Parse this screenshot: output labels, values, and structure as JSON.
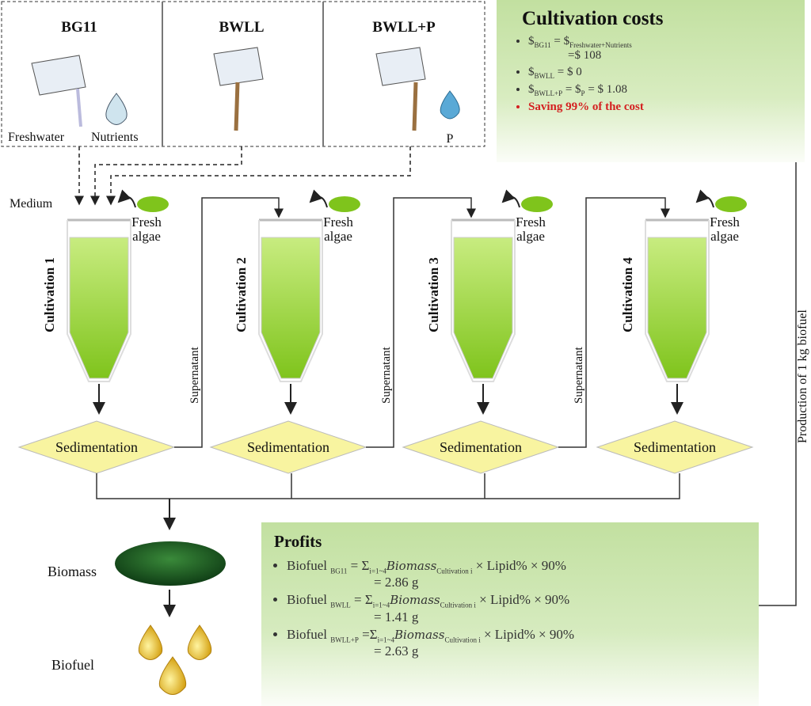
{
  "media": {
    "bg11": "BG11",
    "bwll": "BWLL",
    "bwllp": "BWLL+P",
    "freshwater": "Freshwater",
    "nutrients": "Nutrients",
    "p": "P",
    "medium": "Medium"
  },
  "cultivations": [
    "Cultivation 1",
    "Cultivation 2",
    "Cultivation 3",
    "Cultivation 4"
  ],
  "fresh_algae": [
    "Fresh",
    "algae"
  ],
  "sedimentation": "Sedimentation",
  "supernatant": "Supernatant",
  "biomass": "Biomass",
  "biofuel": "Biofuel",
  "feedback": "Production of 1 kg biofuel",
  "costs": {
    "title": "Cultivation costs",
    "items": [
      {
        "a": "$",
        "as": "BG11",
        "b": " = $",
        "bs": "Freshwater+Nutrients",
        "c": "=$ 108"
      },
      {
        "a": "$",
        "as": "BWLL",
        "b": " = $ 0"
      },
      {
        "a": "$",
        "as": "BWLL+P",
        "b": " = $",
        "bs": "P",
        "c": " = $ 1.08"
      }
    ],
    "saving": "Saving 99% of the cost"
  },
  "profits": {
    "title": "Profits",
    "items": [
      {
        "label": "Biofuel ",
        "sub": "BG11",
        "formula": " = Σ",
        "isub": "i=1~4",
        "bio": "Biomass",
        "csub": "Cultivation i",
        "tail": " × Lipid% × 90%",
        "result": "= 2.86 g"
      },
      {
        "label": "Biofuel ",
        "sub": "BWLL",
        "formula": " = Σ",
        "isub": "i=1~4",
        "bio": "Biomass",
        "csub": "Cultivation i",
        "tail": " × Lipid% × 90%",
        "result": "= 1.41 g"
      },
      {
        "label": "Biofuel ",
        "sub": "BWLL+P",
        "formula": " =Σ",
        "isub": "i=1~4",
        "bio": "Biomass",
        "csub": "Cultivation i",
        "tail": " × Lipid% × 90%",
        "result": "= 2.63 g"
      }
    ]
  },
  "colors": {
    "cost_bg": "#c2e0a0",
    "diamond": "#f8f4a0",
    "algae": "#7fc41c",
    "alert": "#d42020"
  }
}
